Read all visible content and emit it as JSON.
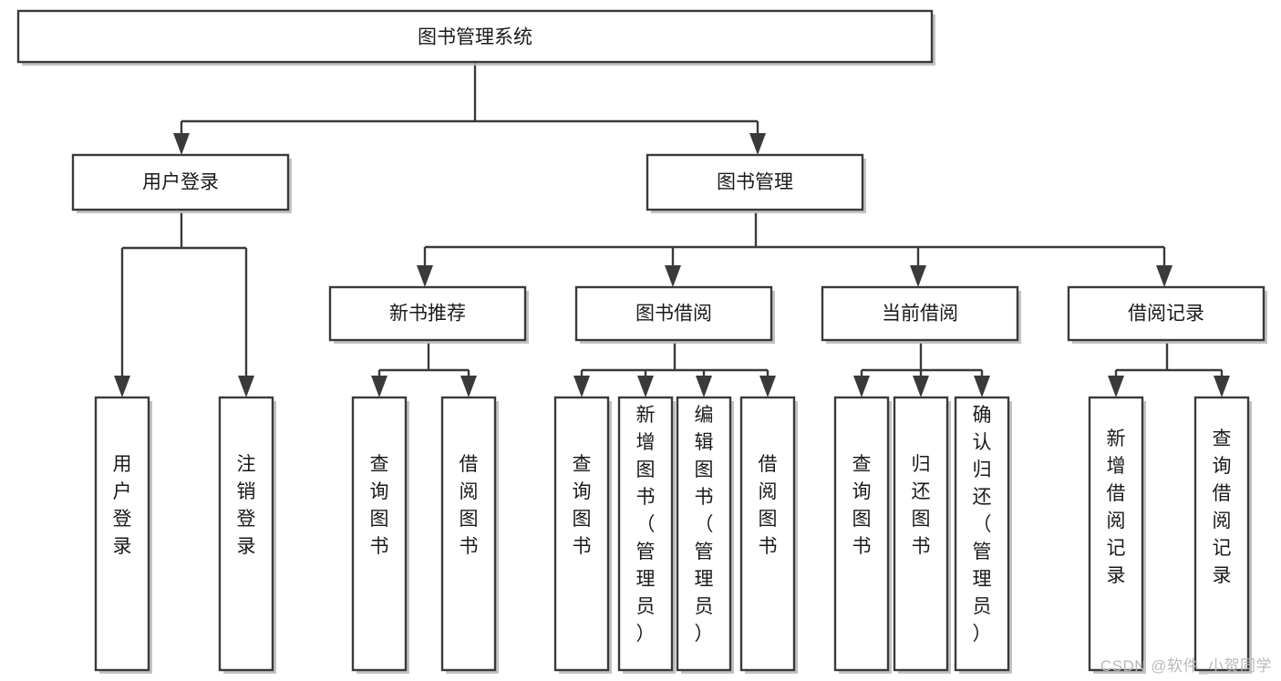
{
  "diagram": {
    "title": "图书管理系统",
    "type": "hierarchy-tree",
    "watermark": "CSDN @软件_小贺同学",
    "colors": {
      "stroke": "#3a3a3a",
      "fill": "#ffffff",
      "text": "#1a1a1a",
      "shadow": "#b8b8b8",
      "watermark": "#b9b9b9"
    },
    "levels": [
      {
        "level": 1,
        "nodes": [
          {
            "id": "root",
            "label": "图书管理系统",
            "orientation": "horizontal"
          }
        ]
      },
      {
        "level": 2,
        "nodes": [
          {
            "id": "login",
            "label": "用户登录",
            "orientation": "horizontal",
            "parent": "root"
          },
          {
            "id": "bookmgmt",
            "label": "图书管理",
            "orientation": "horizontal",
            "parent": "root"
          }
        ]
      },
      {
        "level": 3,
        "nodes": [
          {
            "id": "newbook",
            "label": "新书推荐",
            "orientation": "horizontal",
            "parent": "bookmgmt"
          },
          {
            "id": "borrow",
            "label": "图书借阅",
            "orientation": "horizontal",
            "parent": "bookmgmt"
          },
          {
            "id": "current",
            "label": "当前借阅",
            "orientation": "horizontal",
            "parent": "bookmgmt"
          },
          {
            "id": "records",
            "label": "借阅记录",
            "orientation": "horizontal",
            "parent": "bookmgmt"
          }
        ]
      },
      {
        "level": 4,
        "nodes": [
          {
            "id": "leaf-1",
            "label": "用户登录",
            "orientation": "vertical",
            "parent": "login",
            "lines": [
              "用",
              "户",
              "登",
              "录"
            ]
          },
          {
            "id": "leaf-2",
            "label": "注销登录",
            "orientation": "vertical",
            "parent": "login",
            "lines": [
              "注",
              "销",
              "登",
              "录"
            ]
          },
          {
            "id": "leaf-3",
            "label": "查询图书",
            "orientation": "vertical",
            "parent": "newbook",
            "lines": [
              "查",
              "询",
              "图",
              "书"
            ]
          },
          {
            "id": "leaf-4",
            "label": "借阅图书",
            "orientation": "vertical",
            "parent": "newbook",
            "lines": [
              "借",
              "阅",
              "图",
              "书"
            ]
          },
          {
            "id": "leaf-5",
            "label": "查询图书",
            "orientation": "vertical",
            "parent": "borrow",
            "lines": [
              "查",
              "询",
              "图",
              "书"
            ]
          },
          {
            "id": "leaf-6",
            "label": "新增图书（管理员）",
            "orientation": "vertical",
            "parent": "borrow",
            "lines": [
              "新",
              "增",
              "图",
              "书",
              "（",
              "管",
              "理",
              "员",
              "）"
            ]
          },
          {
            "id": "leaf-7",
            "label": "编辑图书（管理员）",
            "orientation": "vertical",
            "parent": "borrow",
            "lines": [
              "编",
              "辑",
              "图",
              "书",
              "（",
              "管",
              "理",
              "员",
              "）"
            ]
          },
          {
            "id": "leaf-8",
            "label": "借阅图书",
            "orientation": "vertical",
            "parent": "borrow",
            "lines": [
              "借",
              "阅",
              "图",
              "书"
            ]
          },
          {
            "id": "leaf-9",
            "label": "查询图书",
            "orientation": "vertical",
            "parent": "current",
            "lines": [
              "查",
              "询",
              "图",
              "书"
            ]
          },
          {
            "id": "leaf-10",
            "label": "归还图书",
            "orientation": "vertical",
            "parent": "current",
            "lines": [
              "归",
              "还",
              "图",
              "书"
            ]
          },
          {
            "id": "leaf-11",
            "label": "确认归还（管理员）",
            "orientation": "vertical",
            "parent": "current",
            "lines": [
              "确",
              "认",
              "归",
              "还",
              "（",
              "管",
              "理",
              "员",
              "）"
            ]
          },
          {
            "id": "leaf-12",
            "label": "新增借阅记录",
            "orientation": "vertical",
            "parent": "records",
            "lines": [
              "新",
              "增",
              "借",
              "阅",
              "记",
              "录"
            ]
          },
          {
            "id": "leaf-13",
            "label": "查询借阅记录",
            "orientation": "vertical",
            "parent": "records",
            "lines": [
              "查",
              "询",
              "借",
              "阅",
              "记",
              "录"
            ]
          }
        ]
      }
    ]
  }
}
